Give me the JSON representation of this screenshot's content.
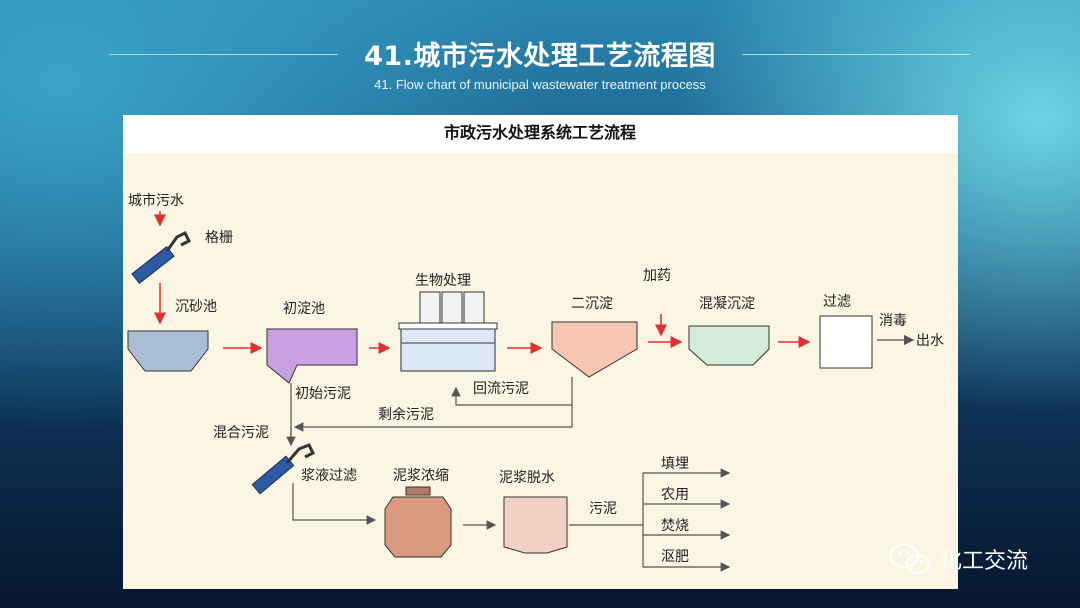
{
  "slide": {
    "title": "41.城市污水处理工艺流程图",
    "subtitle": "41. Flow chart of municipal wastewater treatment process"
  },
  "diagram": {
    "heading": "市政污水处理系统工艺流程",
    "labels": {
      "influent": "城市污水",
      "screen": "格栅",
      "grit": "沉砂池",
      "primary": "初淀池",
      "bio": "生物处理",
      "secondary": "二沉淀",
      "dosing": "加药",
      "coag": "混凝沉淀",
      "filter": "过滤",
      "disinfect": "消毒",
      "effluent": "出水",
      "primary_sludge": "初始污泥",
      "return_sludge": "回流污泥",
      "excess_sludge": "剩余污泥",
      "mixed_sludge": "混合污泥",
      "filtrate": "浆液过滤",
      "thicken": "泥浆浓缩",
      "dewater": "泥浆脱水",
      "sludge": "污泥",
      "landfill": "填埋",
      "agri": "农用",
      "incinerate": "焚烧",
      "compost": "沤肥"
    },
    "colors": {
      "arrow": "#e03030",
      "line": "#555555",
      "grit": "#a9bfd6",
      "primary": "#c9a0e0",
      "bio": "#dce8f5",
      "secondary": "#f7c7b4",
      "coag": "#d4ecd8",
      "filter": "#ffffff",
      "thicken": "#d99a80",
      "dewater": "#f4d0c4"
    }
  },
  "watermark": {
    "text": "化工交流",
    "icon": "wechat-icon"
  }
}
